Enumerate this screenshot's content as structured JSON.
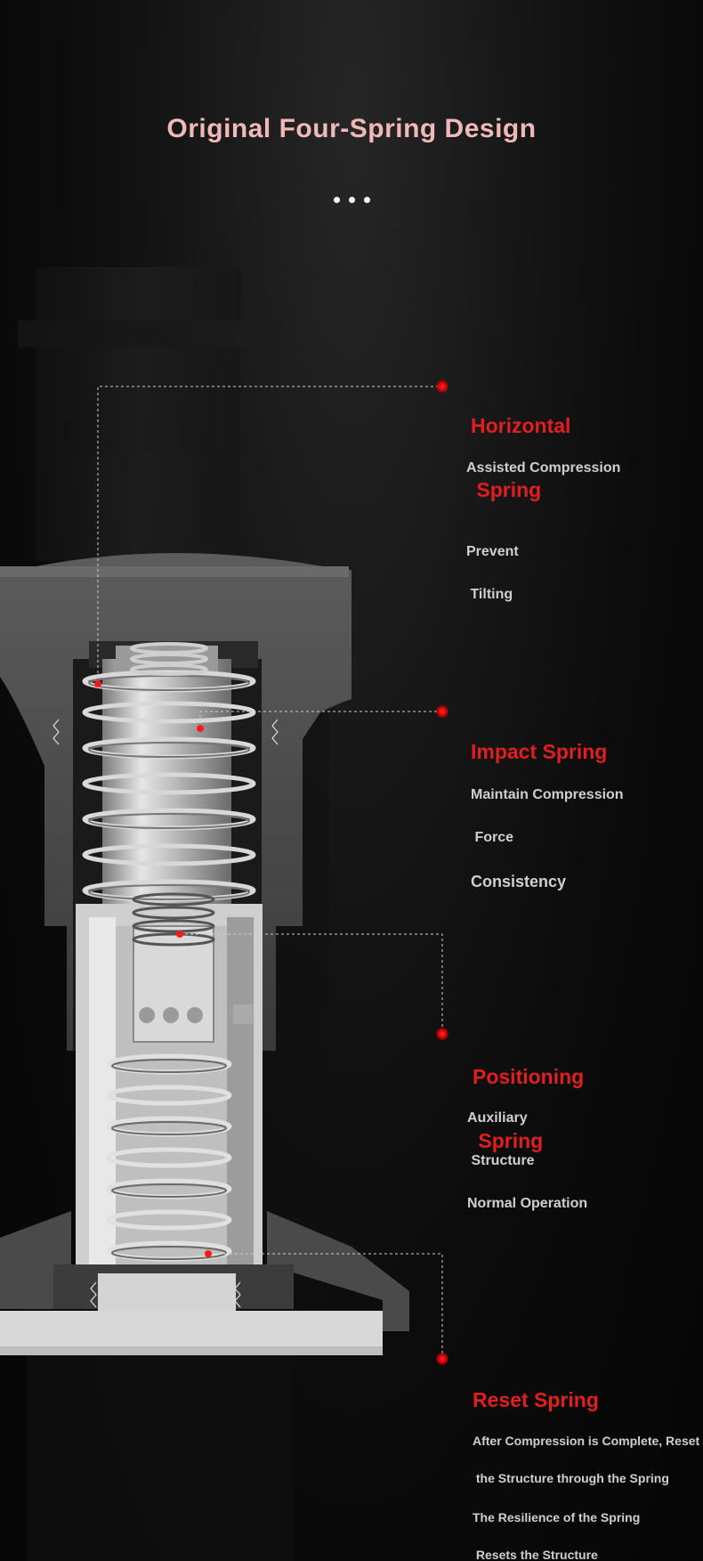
{
  "header": {
    "title": "Original Four-Spring Design"
  },
  "colors": {
    "title": "#f0b9b7",
    "accent_red": "#e21e1e",
    "sub_text": "#cfcfcf",
    "metal": "#bdbdbd"
  },
  "callouts": [
    {
      "head_lines": [
        "Horizontal",
        " Spring"
      ],
      "sub_lines": [
        "Assisted Compression",
        "",
        "Prevent",
        " Tilting"
      ]
    },
    {
      "head_lines": [
        "Impact Spring"
      ],
      "sub_lines": [
        "Maintain Compression",
        " Force",
        "Consistency"
      ]
    },
    {
      "head_lines": [
        "Positioning",
        " Spring"
      ],
      "sub_lines": [
        "Auxiliary",
        " Structure",
        "Normal Operation"
      ]
    },
    {
      "head_lines": [
        "Reset Spring"
      ],
      "sub_lines": [
        "After Compression is Complete, Reset",
        " the Structure through the Spring",
        "The Resilience of the Spring",
        " Resets the Structure"
      ]
    }
  ]
}
